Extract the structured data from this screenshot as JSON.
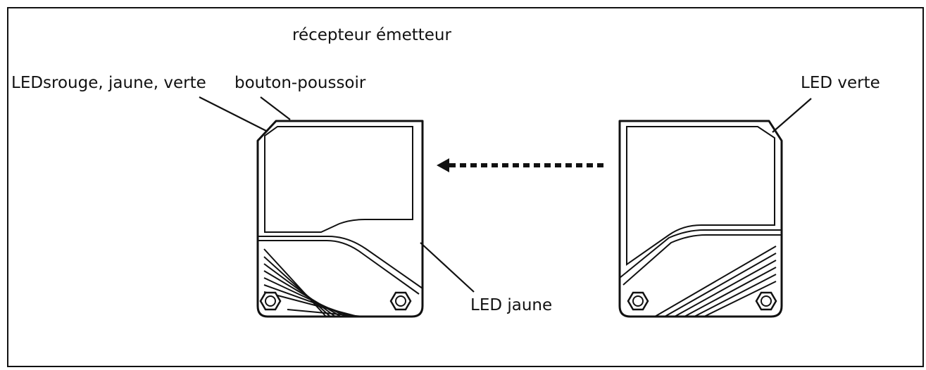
{
  "labels": {
    "top_title": "récepteur émetteur",
    "receiver_leds": "LEDsrouge, jaune, verte",
    "push_button": "bouton-poussoir",
    "yellow_led": "LED jaune",
    "green_led": "LED verte"
  },
  "arrow": {
    "direction": "left",
    "style": "dashed"
  }
}
